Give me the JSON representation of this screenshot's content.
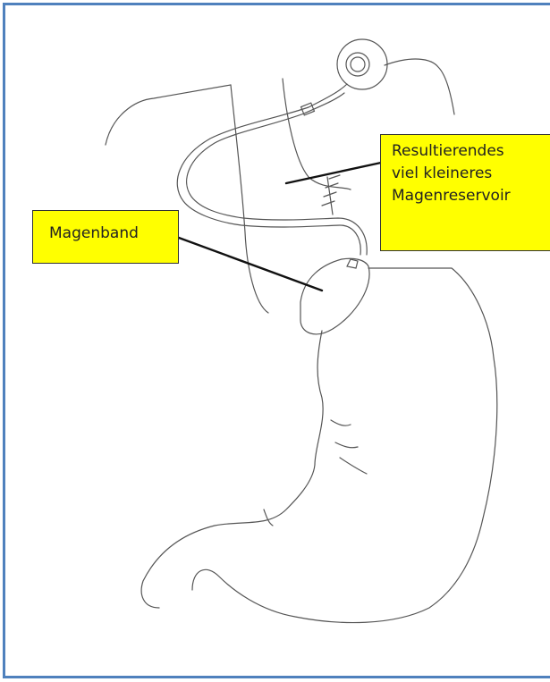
{
  "labels": {
    "band": "Magenband",
    "pouch_lines": [
      "Resultierendes",
      "viel kleineres",
      "Magenreservoir"
    ]
  },
  "colors": {
    "frame": "#4f81bd",
    "label_fill": "#ffff00",
    "line": "#333333"
  }
}
